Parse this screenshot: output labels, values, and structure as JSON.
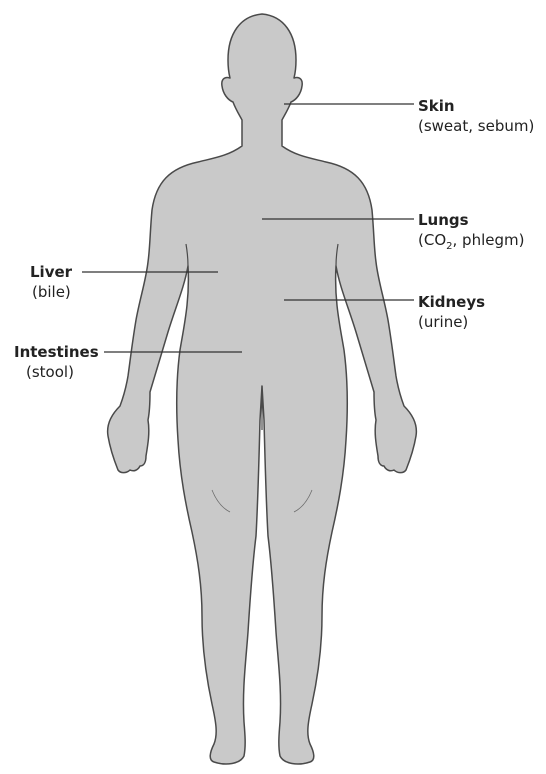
{
  "colors": {
    "body_fill": "#c9c9c9",
    "body_outline": "#4a4a4a",
    "leader_line": "#333333",
    "text": "#222222"
  },
  "labels": {
    "skin": {
      "name": "Skin",
      "detail": "(sweat, sebum)"
    },
    "lungs": {
      "name": "Lungs",
      "detail_prefix": "(CO",
      "detail_sub": "2",
      "detail_suffix": ", phlegm)"
    },
    "kidneys": {
      "name": "Kidneys",
      "detail": "(urine)"
    },
    "liver": {
      "name": "Liver",
      "detail": "(bile)"
    },
    "intestines": {
      "name": "Intestines",
      "detail": "(stool)"
    }
  }
}
